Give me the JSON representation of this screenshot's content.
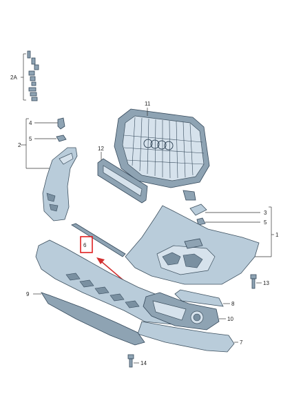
{
  "diagram": {
    "labels": {
      "l2a": "2A",
      "l1": "1",
      "l2": "2",
      "l3": "3",
      "l4": "4",
      "l5a": "5",
      "l5b": "5",
      "l6": "6",
      "l7": "7",
      "l8": "8",
      "l9": "9",
      "l10": "10",
      "l11": "11",
      "l12": "12",
      "l13": "13",
      "l14": "14"
    },
    "colors": {
      "part_fill": "#b9ccda",
      "outline": "#3c4f5e",
      "highlight": "#e02020",
      "arrow": "#d23030"
    }
  }
}
